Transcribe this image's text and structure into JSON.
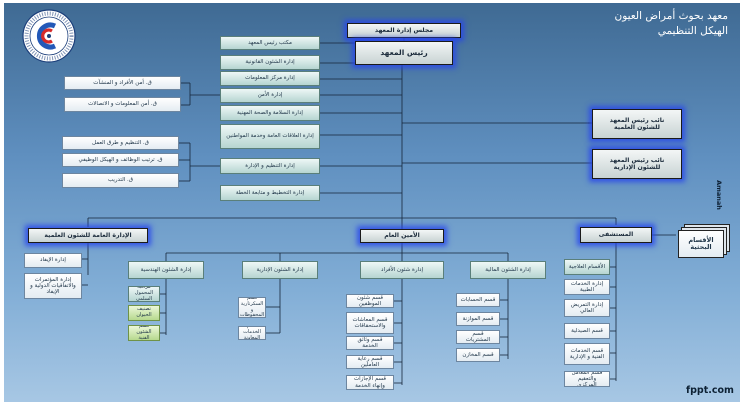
{
  "header": {
    "title_line1": "معهد بحوث أمراض العيون",
    "title_line2": "الهيكل التنظيمي"
  },
  "footer": {
    "brand": "fppt.com"
  },
  "side_label": "Amanah",
  "top": {
    "board": "مجلس إدارة المعهد",
    "director": "رئيس المعهد",
    "vp_science": "نائب رئيس المعهد\nللشئون العلمية",
    "vp_admin": "نائب رئيس المعهد\nللشئون الإدارية"
  },
  "staff": [
    "مكتب رئيس المعهد",
    "إدارة الشئون القانونية",
    "إدارة مركز المعلومات",
    "إدارة الأمن",
    "إدارة السلامة والصحة المهنية",
    "إدارة العلاقات العامة وخدمة المواطنين",
    "إدارة التنظيم و الإدارة",
    "إدارة التخطيط و متابعة الخطة"
  ],
  "staff_left": [
    "ق. أمن الأفراد و المنشآت",
    "ق. أمن المعلومات و الاتصالات",
    "ق. التنظيم و طرق العمل",
    "ق. ترتيب الوظائف و الهيكل الوظيفي",
    "ق. التدريب"
  ],
  "sections": {
    "science": "الإدارة العامة للشئون العلمية",
    "general_secretary": "الأمين العام",
    "hospital": "المستشفى",
    "research_depts": "الأقسام البحثية"
  },
  "science_items": [
    "إدارة الإيفاد",
    "إدارة المؤتمرات والاتفاقيات الدولية و الإيفاد"
  ],
  "gs_subs": {
    "engineering": "إدارة الشئون الهندسية",
    "admin": "إدارة الشئون الإدارية",
    "hr": "إدارة شئون الأفراد",
    "finance": "إدارة الشئون المالية"
  },
  "engineering_items": [
    "مراقبة المحمول السلمي",
    "تصنيف الحيوان",
    "قسم الشئون الفنية"
  ],
  "admin_items": [
    "قسم السكرتارية و المحفوظات",
    "قسم الخدمات المعاونة"
  ],
  "hr_items": [
    "قسم شئون الموظفين",
    "قسم المعاشات والاستحقاقات",
    "قسم وثائق الخدمة",
    "قسم رعاية العاملين",
    "قسم الإجازات وإنهاء الخدمة"
  ],
  "finance_items": [
    "قسم الحسابات",
    "قسم الموازنة",
    "قسم المشتريات",
    "قسم المخازن"
  ],
  "hospital_items": [
    "الأقسام العلاجية",
    "إدارة الخدمات الطبية",
    "إدارة التمريض العالي",
    "قسم الصيدلية",
    "قسم الخدمات الفنية و الإدارية",
    "قسم المعامل والتعقيم المركزي"
  ]
}
